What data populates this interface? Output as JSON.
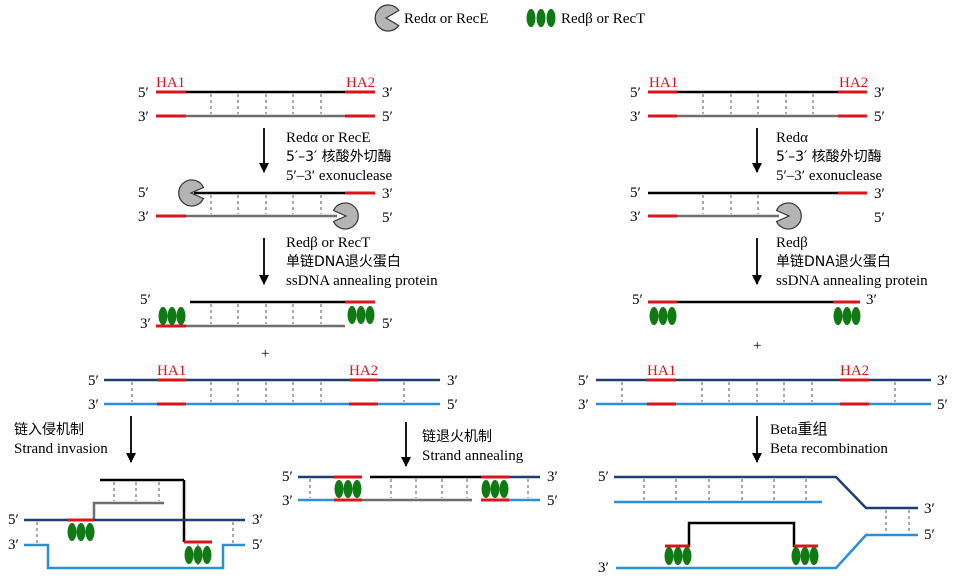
{
  "legend": {
    "exo_label": "Redα or RecE",
    "beta_label": "Redβ or RecT"
  },
  "colors": {
    "homology_arm": "#d9141b",
    "ssdna_top": "#000000",
    "ssdna_bottom": "#6e6e6e",
    "target_top": "#1f3e6e",
    "target_bottom": "#2b8fd8",
    "beta_protein": "#0f7a14",
    "exonuclease": "#b4b4b4"
  },
  "ends": {
    "five": "5′",
    "three": "3′"
  },
  "arms": {
    "ha1": "HA1",
    "ha2": "HA2"
  },
  "plus": "+",
  "left": {
    "step1": {
      "line1": "Redα or RecE",
      "line2": "5′–3′ 核酸外切酶",
      "line3": "5′–3′ exonuclease"
    },
    "step2": {
      "line1": "Redβ or RecT",
      "line2": "单链DNA退火蛋白",
      "line3": "ssDNA annealing protein"
    },
    "invasion": {
      "cn": "链入侵机制",
      "en": "Strand invasion"
    },
    "annealing": {
      "cn": "链退火机制",
      "en": "Strand annealing"
    }
  },
  "right": {
    "step1": {
      "line1": "Redα",
      "line2": "5′–3′ 核酸外切酶",
      "line3": "5′–3′ exonuclease"
    },
    "step2": {
      "line1": "Redβ",
      "line2": "单链DNA退火蛋白",
      "line3": "ssDNA annealing protein"
    },
    "recomb": {
      "cn": "Beta重组",
      "en": "Beta recombination"
    }
  }
}
